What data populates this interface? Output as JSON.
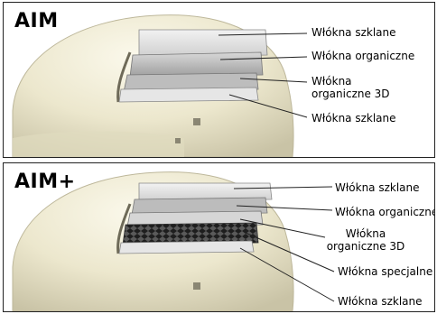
{
  "panels": [
    {
      "title": "AIM",
      "labels": [
        "Włókna szklane",
        "Włókna organiczne",
        "Włókna organiczne 3D",
        "Włókna szklane"
      ]
    },
    {
      "title": "AIM+",
      "labels": [
        "Włókna szklane",
        "Włókna organiczne",
        "Włókna organiczne 3D",
        "Włókna specjalne",
        "Włókna szklane"
      ]
    }
  ],
  "colors": {
    "helmet": "#e8e3c8",
    "outline": "#222222"
  }
}
